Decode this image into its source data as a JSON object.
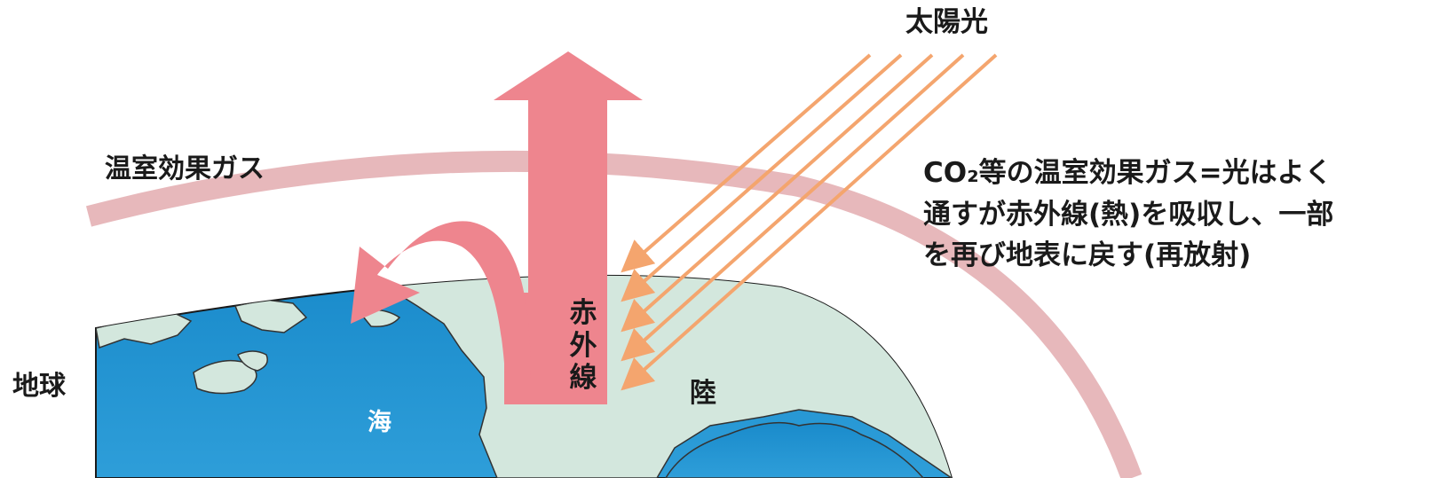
{
  "labels": {
    "sunlight": "太陽光",
    "greenhouse_gas": "温室効果ガス",
    "earth": "地球",
    "land": "陸",
    "sea": "海",
    "infrared": [
      "赤",
      "外",
      "線"
    ]
  },
  "caption": [
    "CO₂等の温室効果ガス=光はよく",
    "通すが赤外線(熱)を吸収し、一部",
    "を再び地表に戻す(再放射)"
  ],
  "colors": {
    "sunlight_arrows": "#F4A56E",
    "infrared_arrow": "#EE858E",
    "greenhouse_band": "#E7B8BB",
    "ocean": "#1E8FD0",
    "land": "#D3E7DD"
  }
}
